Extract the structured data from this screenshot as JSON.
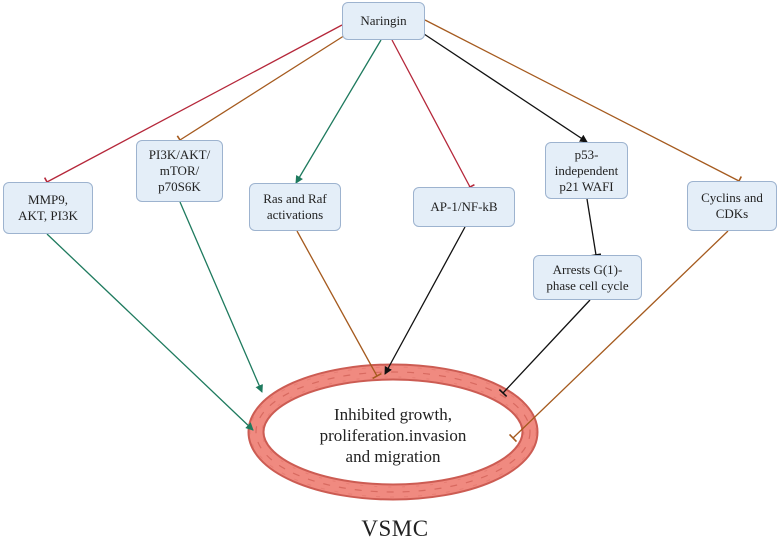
{
  "nodes": {
    "naringin": "Naringin",
    "mmp9": "MMP9,\nAKT, PI3K",
    "pi3k_mtor": "PI3K/AKT/\nmTOR/\np70S6K",
    "ras_raf": "Ras and Raf\nactivations",
    "ap1": "AP-1/NF-kB",
    "p53": "p53-\nindependent\np21 WAFI",
    "cyclins": "Cyclins and\nCDKs",
    "arrests": "Arrests G(1)-\nphase cell cycle"
  },
  "outcome": "Inhibited growth,\nproliferation.invasion\nand migration",
  "caption": "VSMC",
  "colors": {
    "node_fill": "#e4eef8",
    "node_border": "#9db3cf",
    "inhibit_red": "#b5273a",
    "brown": "#a55a1e",
    "green": "#1e7a5e",
    "black": "#111111",
    "cell": "#f08a80",
    "cell_dark": "#cc5c53"
  },
  "edges": [
    {
      "from": "naringin",
      "to": "mmp9",
      "kind": "inhibit",
      "color": "inhibit_red"
    },
    {
      "from": "naringin",
      "to": "pi3k_mtor",
      "kind": "inhibit",
      "color": "brown"
    },
    {
      "from": "naringin",
      "to": "ras_raf",
      "kind": "activate",
      "color": "green"
    },
    {
      "from": "naringin",
      "to": "ap1",
      "kind": "inhibit",
      "color": "inhibit_red"
    },
    {
      "from": "naringin",
      "to": "p53",
      "kind": "activate",
      "color": "black"
    },
    {
      "from": "naringin",
      "to": "cyclins",
      "kind": "inhibit",
      "color": "brown"
    },
    {
      "from": "p53",
      "to": "arrests",
      "kind": "inhibit",
      "color": "black"
    },
    {
      "from": "mmp9",
      "to": "outcome",
      "kind": "activate",
      "color": "green"
    },
    {
      "from": "pi3k_mtor",
      "to": "outcome",
      "kind": "activate",
      "color": "green"
    },
    {
      "from": "ras_raf",
      "to": "outcome",
      "kind": "inhibit",
      "color": "brown"
    },
    {
      "from": "ap1",
      "to": "outcome",
      "kind": "activate",
      "color": "black"
    },
    {
      "from": "arrests",
      "to": "outcome",
      "kind": "inhibit",
      "color": "black"
    },
    {
      "from": "cyclins",
      "to": "outcome",
      "kind": "inhibit",
      "color": "brown"
    }
  ]
}
